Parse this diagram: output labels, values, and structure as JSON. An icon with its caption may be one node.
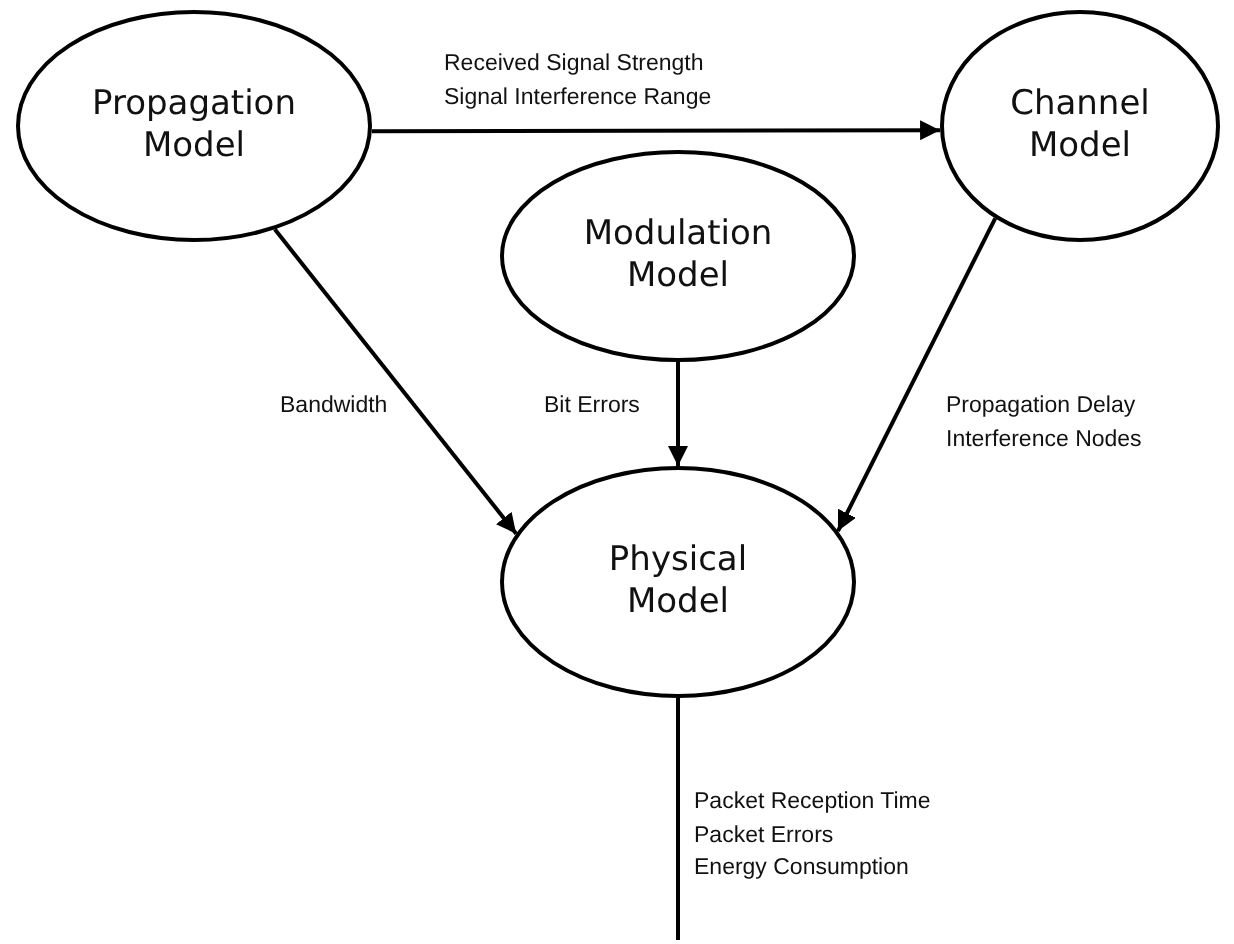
{
  "diagram": {
    "nodes": [
      {
        "text": [
          "Propagation Model"
        ]
      },
      {
        "text": [
          "Channel Model"
        ]
      },
      {
        "text": [
          "Modulation Model"
        ]
      },
      {
        "text": [
          "Physical Model"
        ]
      }
    ],
    "edges": [
      {
        "from": 0,
        "to": 1,
        "arrow": "to",
        "label": "Received Signal Strength Signal Interference Range"
      },
      {
        "from": 0,
        "to": 3,
        "arrow": "to",
        "label": "Bandwidth"
      },
      {
        "from": 2,
        "to": 3,
        "arrow": "to",
        "label": "Bit Errors"
      },
      {
        "from": 1,
        "to": 3,
        "arrow": "to",
        "label": "Propagation Delay Interference Nodes"
      },
      {
        "from": 3,
        "to": null,
        "arrow": "none",
        "label": "Packet Reception Time Packet Errors Energy Consumption"
      }
    ]
  }
}
